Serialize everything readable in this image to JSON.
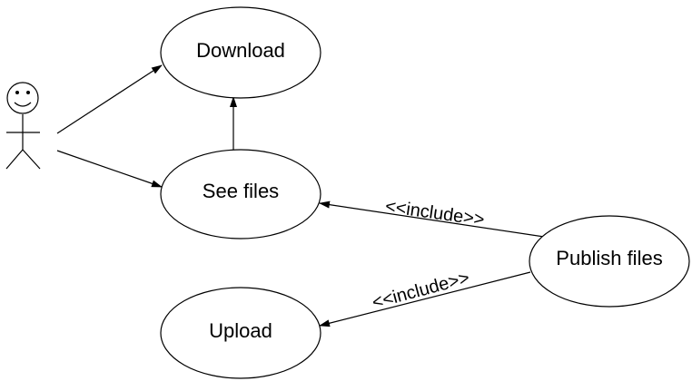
{
  "diagram": {
    "actor": {
      "icon": "stick-figure-actor-icon"
    },
    "use_cases": {
      "download": "Download",
      "see_files": "See files",
      "upload": "Upload",
      "publish_files": "Publish files"
    },
    "relationships": {
      "see_include": "<<include>>",
      "upload_include": "<<include>>"
    },
    "colors": {
      "line": "#000000",
      "background": "#ffffff"
    }
  }
}
